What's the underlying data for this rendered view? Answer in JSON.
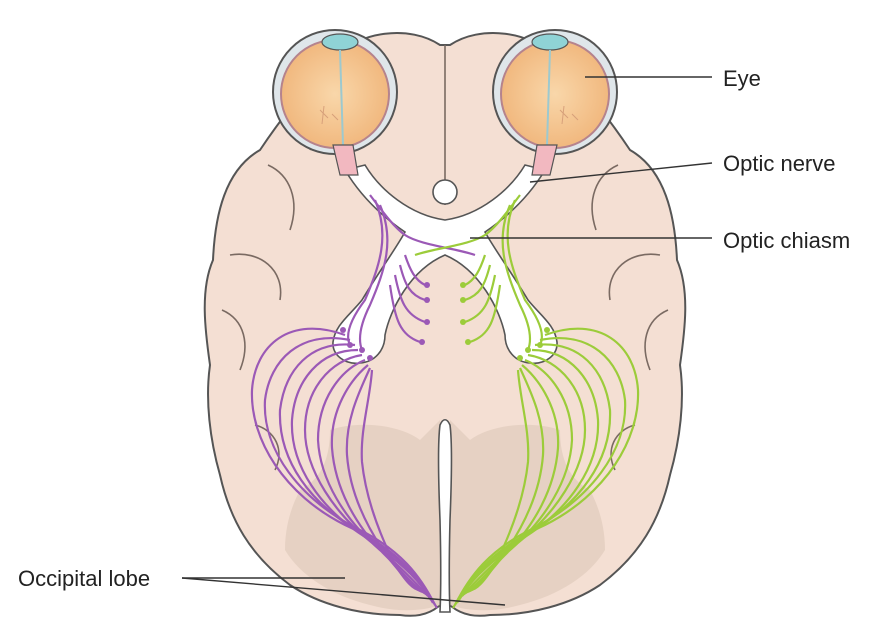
{
  "labels": {
    "eye": "Eye",
    "optic_nerve": "Optic nerve",
    "optic_chiasm": "Optic chiasm",
    "occipital_lobe": "Occipital lobe"
  },
  "colors": {
    "brain_fill": "#f4dfd3",
    "brain_outline": "#555555",
    "occipital_fill": "#e4cfc1",
    "nerve_fill": "#ffffff",
    "eye_fill": "#f5c48c",
    "cornea": "#8fd3d6",
    "left_pathway": "#9b59b6",
    "right_pathway": "#9ccc3a"
  }
}
